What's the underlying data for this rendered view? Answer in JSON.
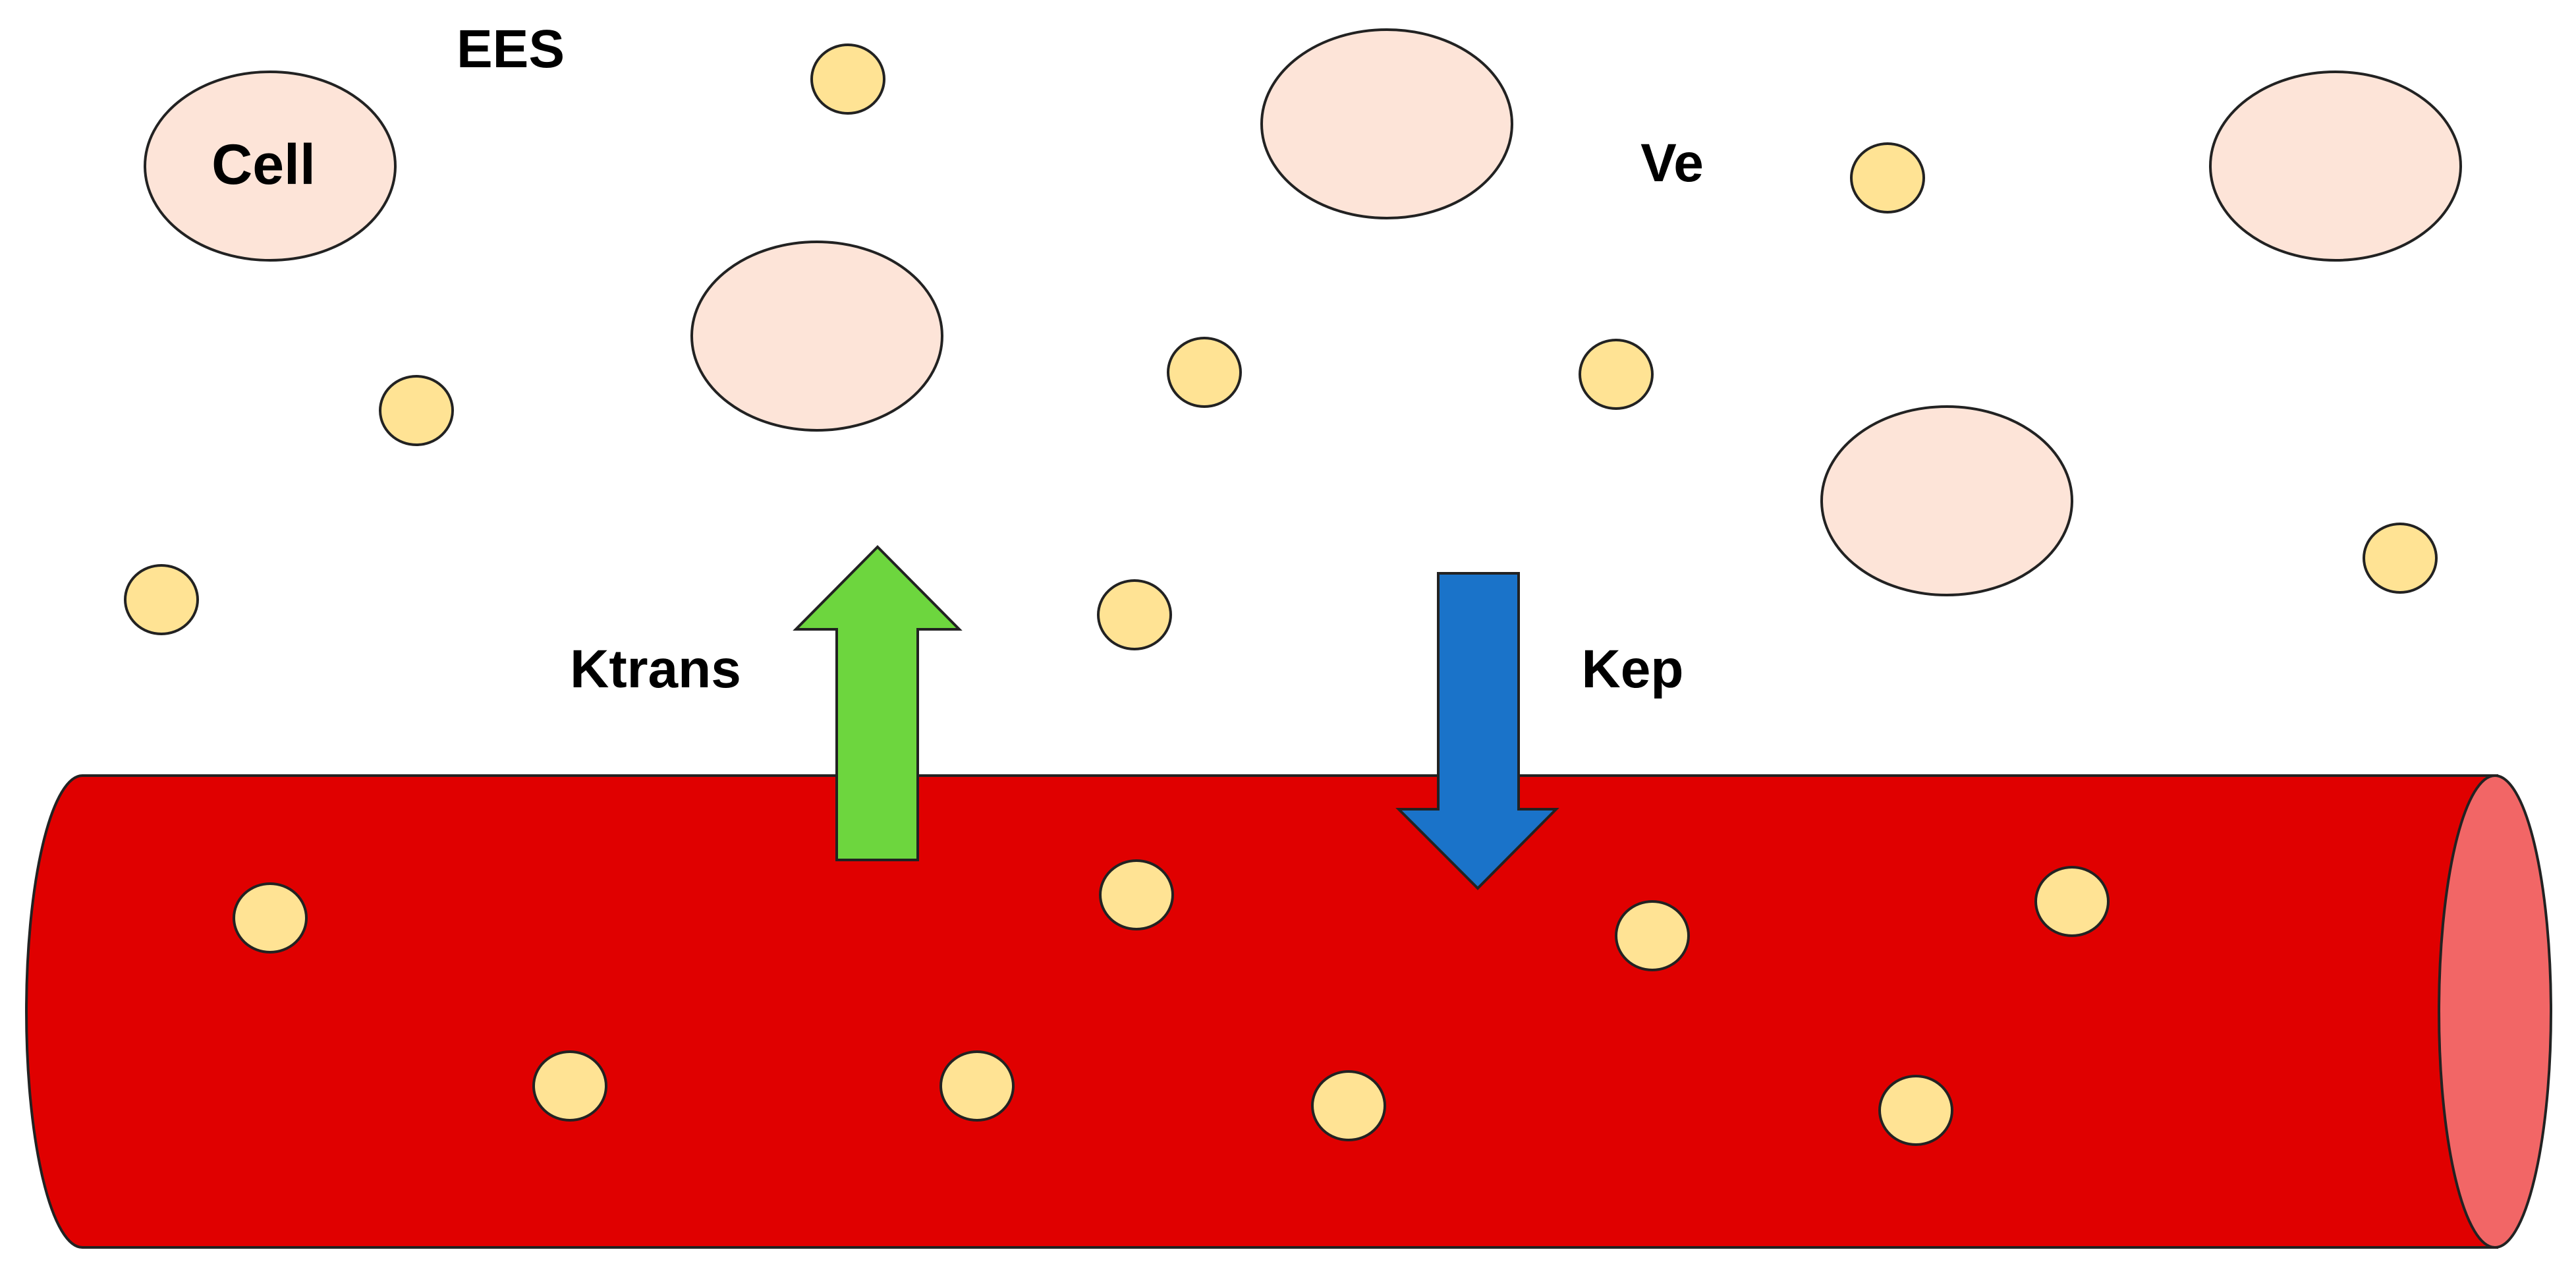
{
  "labels": {
    "ees": "EES",
    "cell": "Cell",
    "ve": "Ve",
    "ktrans": "Ktrans",
    "kep": "Kep"
  },
  "colors": {
    "vessel": "#E00000",
    "vessel_opening": "#F26666",
    "cell": "#FDE4D8",
    "particle": "#FFE394",
    "ktrans_arrow": "#6DD63E",
    "kep_arrow": "#1A73C9",
    "outline": "#222222"
  }
}
